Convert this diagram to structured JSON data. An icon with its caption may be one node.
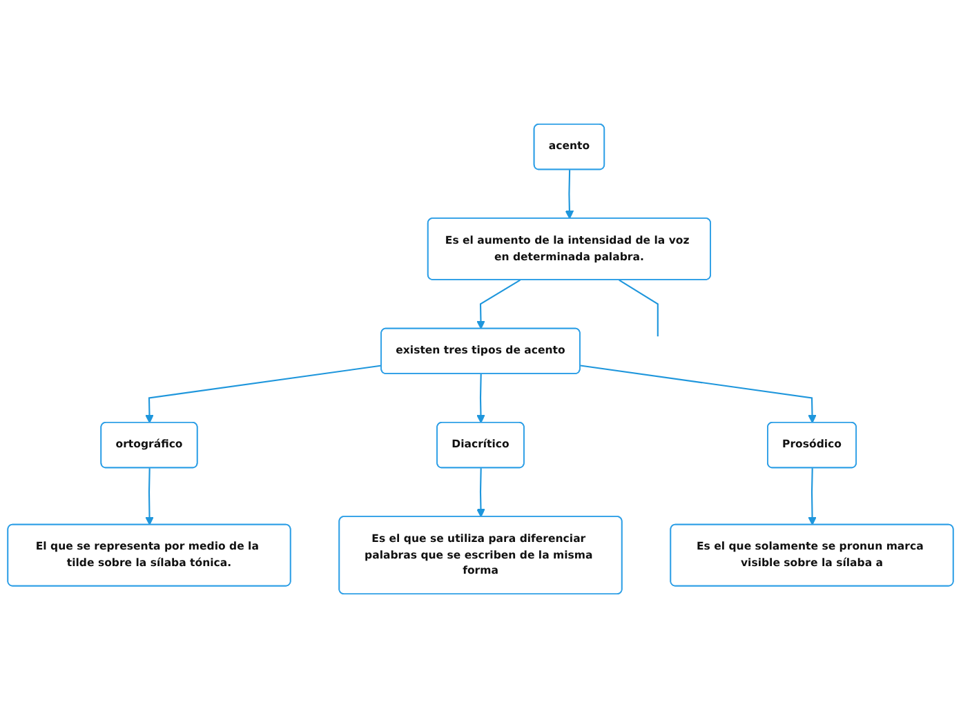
{
  "diagram": {
    "nodes": [
      {
        "text": [
          "acento"
        ]
      },
      {
        "text": [
          "Es el aumento de la intensidad de la voz en determinada palabra."
        ]
      },
      {
        "text": [
          "existen tres tipos de acento"
        ]
      },
      {
        "text": [
          "ortográfico"
        ]
      },
      {
        "text": [
          "Diacrítico"
        ]
      },
      {
        "text": [
          "Prosódico"
        ]
      },
      {
        "text": [
          "El que se representa por medio de la tilde sobre la sílaba tónica."
        ]
      },
      {
        "text": [
          "Es el que se utiliza para diferenciar palabras que se escriben de la misma forma"
        ]
      },
      {
        "text": [
          "Es el que solamente se pronun marca visible sobre la sílaba a"
        ]
      }
    ],
    "edges": [
      {
        "from": 0,
        "to": 1,
        "arrow": "to"
      },
      {
        "from": 1,
        "to": 2,
        "arrow": "to"
      },
      {
        "from": 2,
        "to": 3,
        "arrow": "to"
      },
      {
        "from": 2,
        "to": 4,
        "arrow": "to"
      },
      {
        "from": 2,
        "to": 5,
        "arrow": "to"
      },
      {
        "from": 3,
        "to": 6,
        "arrow": "to"
      },
      {
        "from": 4,
        "to": 7,
        "arrow": "to"
      },
      {
        "from": 5,
        "to": 8,
        "arrow": "to"
      },
      {
        "from": 1,
        "to": null,
        "arrow": "none"
      }
    ]
  }
}
